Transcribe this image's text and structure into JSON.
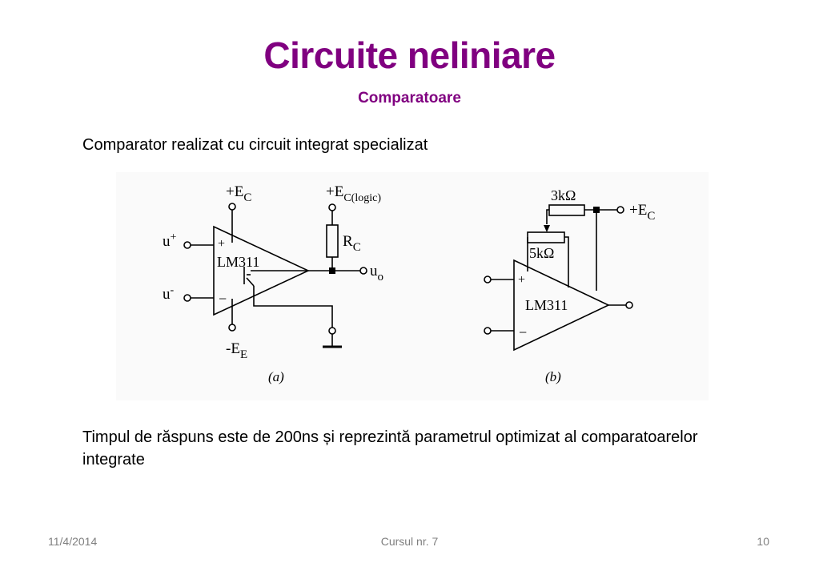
{
  "title": "Circuite neliniare",
  "subtitle": "Comparatoare",
  "intro": "Comparator realizat cu circuit integrat specializat",
  "body": "Timpul de răspuns este de 200ns și reprezintă parametrul optimizat al comparatoarelor integrate",
  "diagram": {
    "a": {
      "ec_label": "+E",
      "ec_sub": "C",
      "eclogic_label": "+E",
      "eclogic_sub": "C(logic)",
      "rc_label": "R",
      "rc_sub": "C",
      "uplus": "u",
      "uplus_sup": "+",
      "uminus": "u",
      "uminus_sup": "-",
      "plus_sign": "+",
      "minus_sign": "−",
      "chip": "LM311",
      "uo": "u",
      "uo_sub": "o",
      "ee_label": "-E",
      "ee_sub": "E",
      "caption": "(a)"
    },
    "b": {
      "r3k": "3kΩ",
      "r5k": "5kΩ",
      "ec_label": "+E",
      "ec_sub": "C",
      "plus_sign": "+",
      "minus_sign": "−",
      "chip": "LM311",
      "caption": "(b)"
    }
  },
  "footer": {
    "date": "11/4/2014",
    "course": "Cursul nr. 7",
    "page": "10"
  }
}
